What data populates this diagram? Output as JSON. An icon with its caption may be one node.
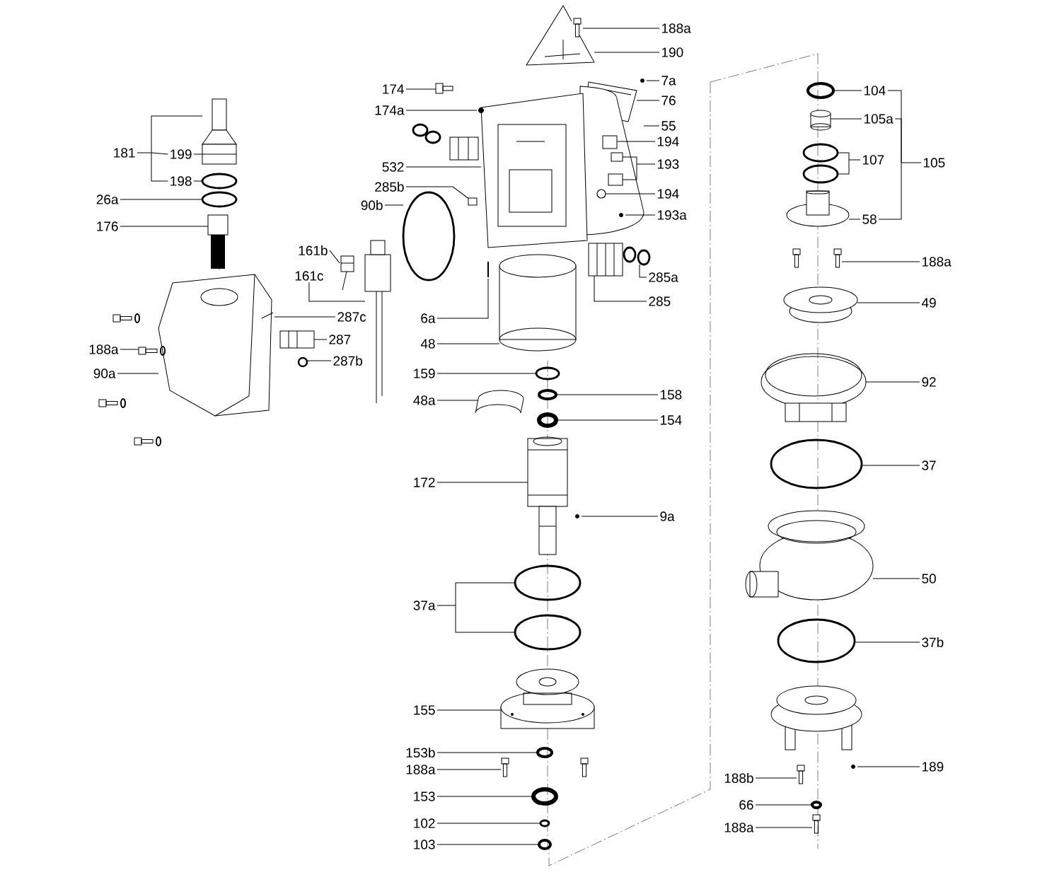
{
  "diagram": {
    "nodes": [
      {
        "text": [
          "188a"
        ]
      },
      {
        "text": [
          "190"
        ]
      },
      {
        "text": [
          "7a"
        ]
      },
      {
        "text": [
          "174"
        ]
      },
      {
        "text": [
          "104"
        ]
      },
      {
        "text": [
          "76"
        ]
      },
      {
        "text": [
          "174a"
        ]
      },
      {
        "text": [
          "105a"
        ]
      },
      {
        "text": [
          "55"
        ]
      },
      {
        "text": [
          "194"
        ]
      },
      {
        "text": [
          "181"
        ]
      },
      {
        "text": [
          "199"
        ]
      },
      {
        "text": [
          "107"
        ]
      },
      {
        "text": [
          "105"
        ]
      },
      {
        "text": [
          "193"
        ]
      },
      {
        "text": [
          "532"
        ]
      },
      {
        "text": [
          "198"
        ]
      },
      {
        "text": [
          "285b"
        ]
      },
      {
        "text": [
          "194"
        ]
      },
      {
        "text": [
          "26a"
        ]
      },
      {
        "text": [
          "90b"
        ]
      },
      {
        "text": [
          "193a"
        ]
      },
      {
        "text": [
          "58"
        ]
      },
      {
        "text": [
          "176"
        ]
      },
      {
        "text": [
          "161b"
        ]
      },
      {
        "text": [
          "188a"
        ]
      },
      {
        "text": [
          "161c"
        ]
      },
      {
        "text": [
          "285a"
        ]
      },
      {
        "text": [
          "6a"
        ]
      },
      {
        "text": [
          "49"
        ]
      },
      {
        "text": [
          "285"
        ]
      },
      {
        "text": [
          "287c"
        ]
      },
      {
        "text": [
          "287"
        ]
      },
      {
        "text": [
          "48"
        ]
      },
      {
        "text": [
          "188a"
        ]
      },
      {
        "text": [
          "287b"
        ]
      },
      {
        "text": [
          "159"
        ]
      },
      {
        "text": [
          "90a"
        ]
      },
      {
        "text": [
          "92"
        ]
      },
      {
        "text": [
          "158"
        ]
      },
      {
        "text": [
          "48a"
        ]
      },
      {
        "text": [
          "154"
        ]
      },
      {
        "text": [
          "37"
        ]
      },
      {
        "text": [
          "172"
        ]
      },
      {
        "text": [
          "9a"
        ]
      },
      {
        "text": [
          "50"
        ]
      },
      {
        "text": [
          "37a"
        ]
      },
      {
        "text": [
          "37b"
        ]
      },
      {
        "text": [
          "155"
        ]
      },
      {
        "text": [
          "153b"
        ]
      },
      {
        "text": [
          "189"
        ]
      },
      {
        "text": [
          "188a"
        ]
      },
      {
        "text": [
          "188b"
        ]
      },
      {
        "text": [
          "153"
        ]
      },
      {
        "text": [
          "66"
        ]
      },
      {
        "text": [
          "102"
        ]
      },
      {
        "text": [
          "188a"
        ]
      },
      {
        "text": [
          "103"
        ]
      },
      {
        "text": [],
        "shape": "picture"
      },
      {
        "text": [],
        "shape": "picture",
        "in": 58
      },
      {
        "text": [],
        "shape": "picture"
      },
      {
        "text": [],
        "shape": "picture"
      },
      {
        "text": [],
        "shape": "picture"
      },
      {
        "text": [],
        "shape": "circle"
      },
      {
        "text": [],
        "shape": "picture"
      },
      {
        "text": [],
        "shape": "picture"
      },
      {
        "text": [],
        "shape": "picture"
      },
      {
        "text": [],
        "shape": "picture"
      },
      {
        "text": [],
        "shape": "cylinder"
      },
      {
        "text": [],
        "shape": "box",
        "in": 62
      },
      {
        "text": [],
        "shape": "circle"
      },
      {
        "text": [],
        "shape": "box",
        "in": 62
      },
      {
        "text": [],
        "shape": "circle"
      },
      {
        "text": [],
        "shape": "circle"
      },
      {
        "text": [],
        "shape": "box",
        "in": 62
      },
      {
        "text": [],
        "shape": "circle",
        "in": 62
      },
      {
        "text": [],
        "shape": "picture"
      },
      {
        "text": [],
        "shape": "circle"
      },
      {
        "text": [],
        "shape": "circle"
      },
      {
        "text": [],
        "shape": "box"
      },
      {
        "text": [],
        "shape": "picture",
        "in": 62
      },
      {
        "text": [],
        "shape": "picture"
      },
      {
        "text": [],
        "shape": "picture"
      },
      {
        "text": [],
        "shape": "picture"
      },
      {
        "text": [],
        "shape": "picture"
      },
      {
        "text": [],
        "shape": "picture"
      },
      {
        "text": [],
        "shape": "cylinder"
      },
      {
        "text": [],
        "shape": "picture"
      },
      {
        "text": [],
        "shape": "picture"
      },
      {
        "text": [],
        "shape": "picture"
      },
      {
        "text": [],
        "shape": "picture"
      },
      {
        "text": [],
        "shape": "picture"
      },
      {
        "text": [],
        "shape": "picture"
      },
      {
        "text": [],
        "shape": "picture"
      },
      {
        "text": [],
        "shape": "picture"
      },
      {
        "text": [],
        "shape": "circle"
      },
      {
        "text": [],
        "shape": "circle"
      },
      {
        "text": [],
        "shape": "circle"
      },
      {
        "text": [],
        "shape": "picture"
      },
      {
        "text": [],
        "shape": "circle"
      },
      {
        "text": [],
        "shape": "picture"
      },
      {
        "text": [],
        "shape": "circle"
      },
      {
        "text": [],
        "shape": "picture"
      },
      {
        "text": [],
        "shape": "picture"
      },
      {
        "text": [],
        "shape": "circle"
      },
      {
        "text": [],
        "shape": "circle"
      },
      {
        "text": [],
        "shape": "circle"
      },
      {
        "text": [],
        "shape": "picture"
      },
      {
        "text": [],
        "shape": "circle"
      },
      {
        "text": [],
        "shape": "picture"
      },
      {
        "text": [],
        "shape": "picture"
      },
      {
        "text": [],
        "shape": "picture"
      },
      {
        "text": [],
        "shape": "circle"
      },
      {
        "text": [],
        "shape": "circle"
      },
      {
        "text": [],
        "shape": "picture"
      },
      {
        "text": [],
        "shape": "circle"
      },
      {
        "text": [],
        "shape": "circle"
      },
      {
        "text": [],
        "shape": "picture"
      }
    ],
    "edges": [
      {
        "from": 0,
        "to": 59,
        "arrow": "none"
      },
      {
        "from": 1,
        "to": 58,
        "arrow": "none"
      },
      {
        "from": 2,
        "to": 60,
        "arrow": "none"
      },
      {
        "from": 3,
        "to": 64,
        "arrow": "none"
      },
      {
        "from": 4,
        "to": 63,
        "arrow": "none"
      },
      {
        "from": 5,
        "to": 61,
        "arrow": "none"
      },
      {
        "from": 6,
        "to": 67,
        "arrow": "none"
      },
      {
        "from": 7,
        "to": 68,
        "arrow": "none"
      },
      {
        "from": 8,
        "to": 62,
        "arrow": "none"
      },
      {
        "from": 9,
        "to": 69,
        "arrow": "none"
      },
      {
        "from": 10,
        "to": 11,
        "arrow": "none"
      },
      {
        "from": 10,
        "to": 66,
        "arrow": "none"
      },
      {
        "from": 10,
        "to": 16,
        "arrow": "none"
      },
      {
        "from": 11,
        "to": 66,
        "arrow": "none"
      },
      {
        "from": 12,
        "to": 70,
        "arrow": "none"
      },
      {
        "from": 12,
        "to": 72,
        "arrow": "none"
      },
      {
        "from": 13,
        "to": 4,
        "arrow": "none"
      },
      {
        "from": 13,
        "to": 7,
        "arrow": "none"
      },
      {
        "from": 13,
        "to": 22,
        "arrow": "none"
      },
      {
        "from": 14,
        "to": 71,
        "arrow": "none"
      },
      {
        "from": 14,
        "to": 74,
        "arrow": "none"
      },
      {
        "from": 15,
        "to": 65,
        "arrow": "none"
      },
      {
        "from": 16,
        "to": 73,
        "arrow": "none"
      },
      {
        "from": 17,
        "to": 79,
        "arrow": "none"
      },
      {
        "from": 18,
        "to": 75,
        "arrow": "none"
      },
      {
        "from": 19,
        "to": 78,
        "arrow": "none"
      },
      {
        "from": 20,
        "to": 77,
        "arrow": "none"
      },
      {
        "from": 21,
        "to": 80,
        "arrow": "none"
      },
      {
        "from": 22,
        "to": 76,
        "arrow": "none"
      },
      {
        "from": 23,
        "to": 81,
        "arrow": "none"
      },
      {
        "from": 24,
        "to": 87,
        "arrow": "none"
      },
      {
        "from": 25,
        "to": 85,
        "arrow": "none"
      },
      {
        "from": 26,
        "to": 82,
        "arrow": "none"
      },
      {
        "from": 27,
        "to": 84,
        "arrow": "none"
      },
      {
        "from": 28,
        "to": 88,
        "arrow": "none"
      },
      {
        "from": 29,
        "to": 90,
        "arrow": "none"
      },
      {
        "from": 30,
        "to": 83,
        "arrow": "none"
      },
      {
        "from": 31,
        "to": 91,
        "arrow": "none"
      },
      {
        "from": 32,
        "to": 92,
        "arrow": "none"
      },
      {
        "from": 33,
        "to": 86,
        "arrow": "none"
      },
      {
        "from": 34,
        "to": 93,
        "arrow": "none"
      },
      {
        "from": 35,
        "to": 95,
        "arrow": "none"
      },
      {
        "from": 36,
        "to": 96,
        "arrow": "none"
      },
      {
        "from": 37,
        "to": 89,
        "arrow": "none"
      },
      {
        "from": 38,
        "to": 94,
        "arrow": "none"
      },
      {
        "from": 39,
        "to": 97,
        "arrow": "none"
      },
      {
        "from": 40,
        "to": 98,
        "arrow": "none"
      },
      {
        "from": 41,
        "to": 99,
        "arrow": "none"
      },
      {
        "from": 42,
        "to": 101,
        "arrow": "none"
      },
      {
        "from": 43,
        "to": 100,
        "arrow": "none"
      },
      {
        "from": 44,
        "to": 103,
        "arrow": "none"
      },
      {
        "from": 45,
        "to": 102,
        "arrow": "none"
      },
      {
        "from": 46,
        "to": 104,
        "arrow": "none"
      },
      {
        "from": 46,
        "to": 105,
        "arrow": "none"
      },
      {
        "from": 47,
        "to": 106,
        "arrow": "none"
      },
      {
        "from": 48,
        "to": 107,
        "arrow": "none"
      },
      {
        "from": 49,
        "to": 108,
        "arrow": "none"
      },
      {
        "from": 50,
        "to": 110,
        "arrow": "none"
      },
      {
        "from": 51,
        "to": 109,
        "arrow": "none"
      },
      {
        "from": 52,
        "to": 111,
        "arrow": "none"
      },
      {
        "from": 53,
        "to": 112,
        "arrow": "none"
      },
      {
        "from": 54,
        "to": 113,
        "arrow": "none"
      },
      {
        "from": 55,
        "to": 115,
        "arrow": "none"
      },
      {
        "from": 56,
        "to": 114,
        "arrow": "none"
      },
      {
        "from": 57,
        "to": 116,
        "arrow": "none"
      }
    ]
  }
}
